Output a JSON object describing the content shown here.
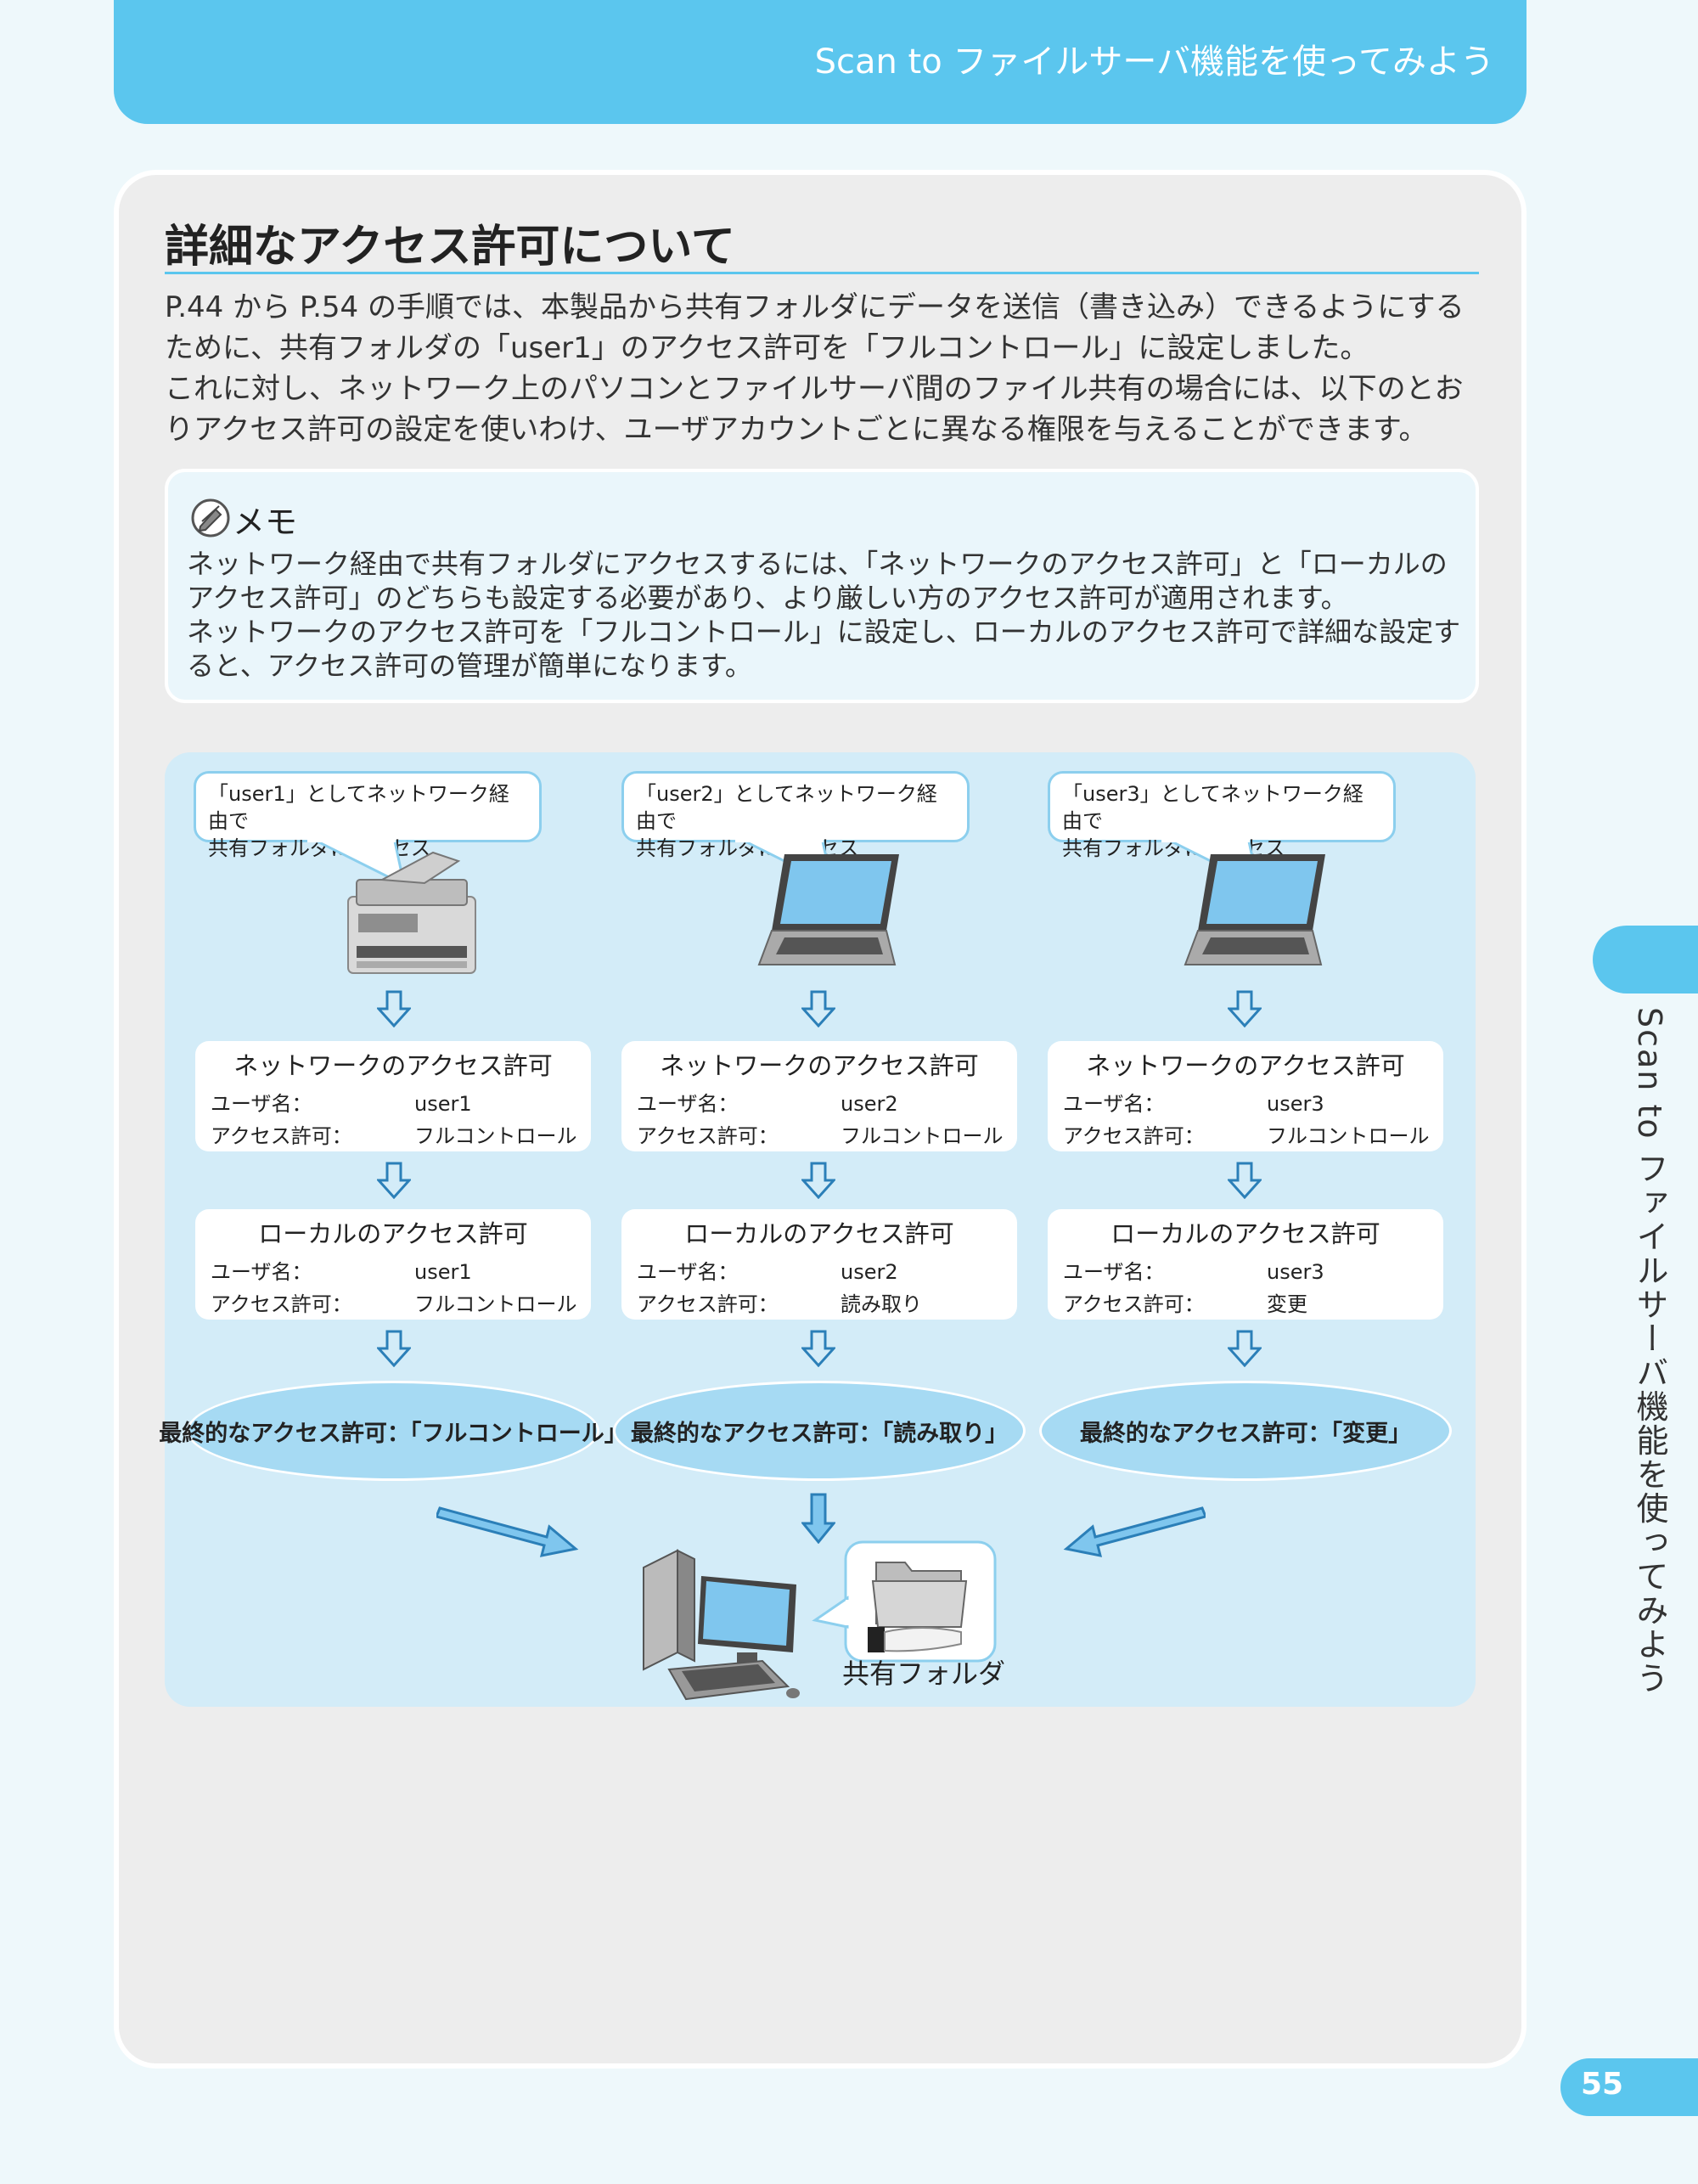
{
  "header": {
    "title": "Scan to ファイルサーバ機能を使ってみよう"
  },
  "section": {
    "title": "詳細なアクセス許可について"
  },
  "intro": {
    "p1": "P.44 から P.54 の手順では、本製品から共有フォルダにデータを送信（書き込み）できるようにするために、共有フォルダの「user1」のアクセス許可を「フルコントロール」に設定しました。",
    "p2": "これに対し、ネットワーク上のパソコンとファイルサーバ間のファイル共有の場合には、以下のとおりアクセス許可の設定を使いわけ、ユーザアカウントごとに異なる権限を与えることができます。"
  },
  "memo": {
    "title": "メモ",
    "p1": "ネットワーク経由で共有フォルダにアクセスするには、「ネットワークのアクセス許可」と「ローカルのアクセス許可」のどちらも設定する必要があり、より厳しい方のアクセス許可が適用されます。",
    "p2": "ネットワークのアクセス許可を「フルコントロール」に設定し、ローカルのアクセス許可で詳細な設定すると、アクセス許可の管理が簡単になります。",
    "icon": "pencil-icon"
  },
  "diagram": {
    "columns": [
      {
        "bubble_line1": "「user1」としてネットワーク経由で",
        "bubble_line2": "共有フォルダにアクセス",
        "device": "printer-icon",
        "network": {
          "title": "ネットワークのアクセス許可",
          "user_label": "ユーザ名：",
          "user": "user1",
          "perm_label": "アクセス許可：",
          "perm": "フルコントロール"
        },
        "local": {
          "title": "ローカルのアクセス許可",
          "user_label": "ユーザ名：",
          "user": "user1",
          "perm_label": "アクセス許可：",
          "perm": "フルコントロール"
        },
        "final": "最終的なアクセス許可：「フルコントロール」"
      },
      {
        "bubble_line1": "「user2」としてネットワーク経由で",
        "bubble_line2": "共有フォルダにアクセス",
        "device": "laptop-icon",
        "network": {
          "title": "ネットワークのアクセス許可",
          "user_label": "ユーザ名：",
          "user": "user2",
          "perm_label": "アクセス許可：",
          "perm": "フルコントロール"
        },
        "local": {
          "title": "ローカルのアクセス許可",
          "user_label": "ユーザ名：",
          "user": "user2",
          "perm_label": "アクセス許可：",
          "perm": "読み取り"
        },
        "final": "最終的なアクセス許可：「読み取り」"
      },
      {
        "bubble_line1": "「user3」としてネットワーク経由で",
        "bubble_line2": "共有フォルダにアクセス",
        "device": "laptop-icon",
        "network": {
          "title": "ネットワークのアクセス許可",
          "user_label": "ユーザ名：",
          "user": "user3",
          "perm_label": "アクセス許可：",
          "perm": "フルコントロール"
        },
        "local": {
          "title": "ローカルのアクセス許可",
          "user_label": "ユーザ名：",
          "user": "user3",
          "perm_label": "アクセス許可：",
          "perm": "変更"
        },
        "final": "最終的なアクセス許可：「変更」"
      }
    ],
    "shared_folder_label": "共有フォルダ",
    "server_icon": "desktop-pc-icon",
    "folder_icon": "shared-folder-icon"
  },
  "side_tab": {
    "text": "Scan to ファイルサーバ機能を使ってみよう"
  },
  "page": {
    "number": "55"
  },
  "colors": {
    "accent": "#5bc6ee",
    "panel": "#d3ecf8",
    "final": "#a6daf3"
  }
}
